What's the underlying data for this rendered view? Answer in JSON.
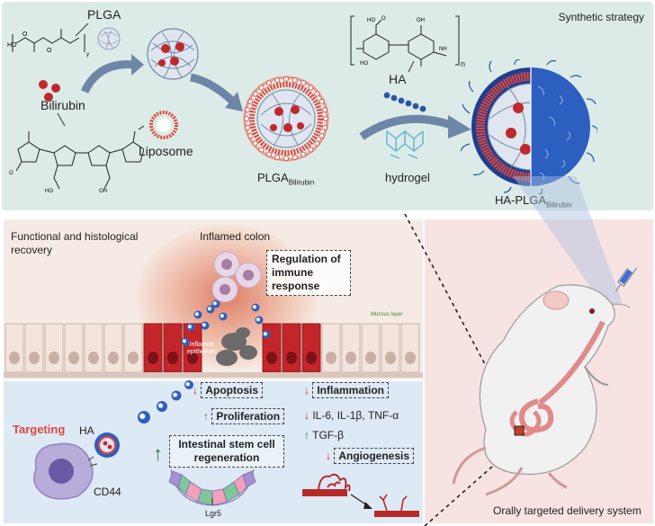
{
  "synthesis": {
    "title": "Synthetic strategy",
    "plga": "PLGA",
    "bilirubin": "Bilirubin",
    "liposome": "Liposome",
    "plga_bilirubin_main": "PLGA",
    "plga_bilirubin_sub": "Bilirubin",
    "ha": "HA",
    "hydrogel": "hydrogel",
    "ha_plga_main": "HA-PLGA",
    "ha_plga_sub": "Bilirubin",
    "ha_structure_n": "n"
  },
  "colon": {
    "functional": "Functional and histological recovery",
    "inflamed_colon": "Inflamed colon",
    "regulation": "Regulation of immune response",
    "mucous": "Mucous layer",
    "inflamed_epithelium": "Inflamed epithelium"
  },
  "mechanism": {
    "targeting": "Targeting",
    "ha": "HA",
    "cd44": "CD44",
    "apoptosis": "Apoptosis",
    "proliferation": "Proliferation",
    "stem_cell": "Intestinal stem cell regeneration",
    "lgr5": "Lgr5",
    "inflammation": "Inflammation",
    "cytokines_down": "IL-6, IL-1β, TNF-α",
    "tgf": "TGF-β",
    "angiogenesis": "Angiogenesis"
  },
  "mouse": {
    "caption": "Orally targeted delivery system"
  },
  "colors": {
    "top_panel": "#dcebe7",
    "colon_panel": "#f6ebe4",
    "mechanism_panel": "#dde9f5",
    "mouse_panel": "#f7e3e2",
    "accent_red": "#e0463b",
    "arrow_blue": "#6d86a8"
  }
}
